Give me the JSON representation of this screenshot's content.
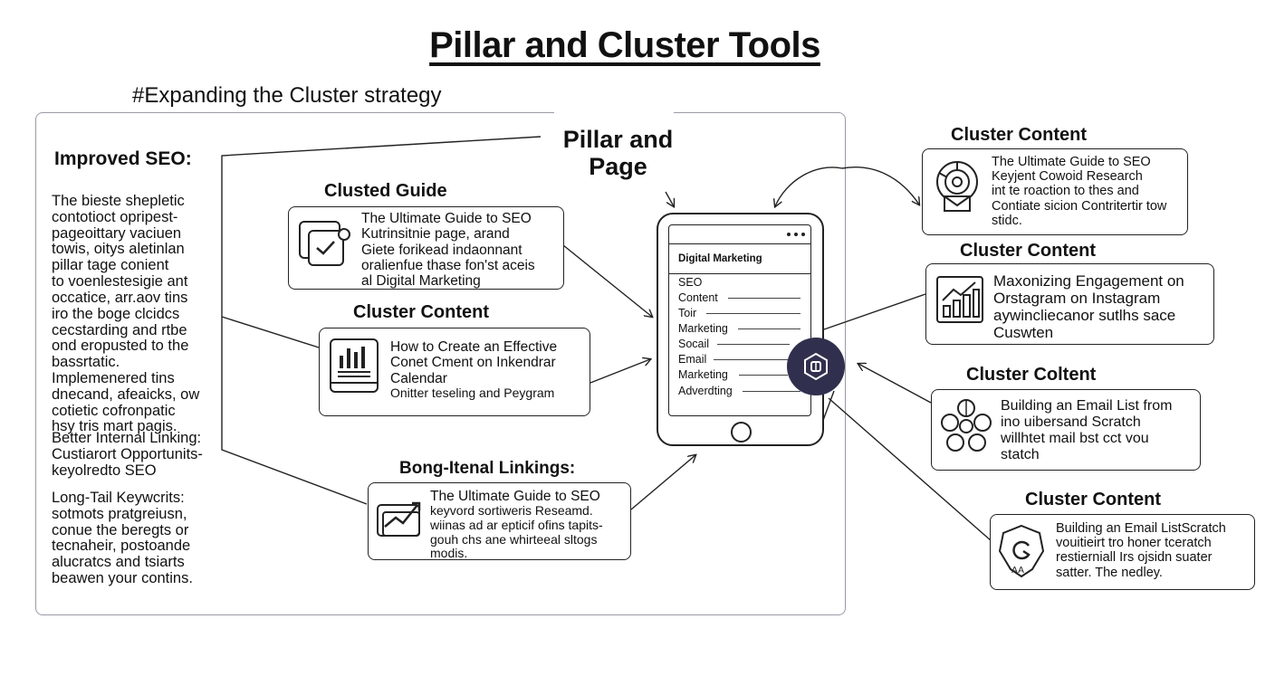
{
  "title": "Pillar and Cluster Tools",
  "subtitle": "#Expanding the Cluster strategy",
  "left": {
    "heading": "Improved SEO:",
    "paragraph1": [
      "The bieste shepletic",
      "contotioct opripest-",
      "pageoittary vaciuen",
      "towis, oitys aletinlan",
      "pillar tage conient",
      "to voenlestesigie ant",
      "occatice, arr.aov tins",
      "iro the boge clcidcs",
      "cecstarding and rtbe",
      "ond eropusted to the",
      "bassrtatic.",
      "Implemenered tins",
      "dnecand, afeaicks, ow",
      "cotietic cofronpatic",
      "hsy tris mart pagis."
    ],
    "paragraph2": [
      "Better Internal Linking:",
      "Custiarort Opportunits-",
      "keyolredto SEO"
    ],
    "paragraph3": [
      "Long-Tail Keywcrits:",
      "sotmots pratgreiusn,",
      "conue the beregts or",
      "tecnaheir, postoande",
      "alucratcs and tsiarts",
      "beawen your contins."
    ]
  },
  "pillar": {
    "title_line1": "Pillar and",
    "title_line2": "Page"
  },
  "middle": {
    "card1": {
      "heading": "Clusted Guide",
      "lines": [
        "The Ultimate Guide to SEO",
        "Kutrinsitnie page, arand",
        "Giete forikead indaonnant",
        "oralienfue thase fon'st aceis",
        "al Digital Marketing"
      ],
      "icon": "checklist-icon"
    },
    "card2": {
      "heading": "Cluster Content",
      "lines": [
        "How to Create an Effective",
        "Conet Cment on Inkendrar",
        "Calendar",
        "Onitter teseling and Peygram"
      ],
      "icon": "bar-chart-icon"
    },
    "card3": {
      "heading": "Bong-Itenal Linkings:",
      "lines": [
        "The Ultimate Guide to SEO",
        "keyvord sortiweris Reseamd.",
        "wiinas ad ar epticif ofins tapits-",
        "gouh chs ane whirteeal sltogs",
        "modis."
      ],
      "icon": "trend-chart-icon"
    }
  },
  "phone": {
    "screen_title": "Digital Marketing",
    "menu": [
      "SEO",
      "Content",
      "Toir",
      "Marketing",
      "Socail",
      "Email",
      "Marketing",
      "Adverdting"
    ],
    "hub_icon": "hub-network-icon"
  },
  "right": [
    {
      "heading": "Cluster Content",
      "lines": [
        "The Ultimate Guide to SEO",
        "Keyjent Cowoid Research",
        "int te roaction to thes and",
        "Contiate sicion Contritertir tow",
        "stidc."
      ],
      "icon": "target-research-icon"
    },
    {
      "heading": "Cluster Content",
      "lines": [
        "Maxonizing Engagement on",
        "Orstagram on Instagram",
        "aywincliecanor sutlhs sace",
        "Cuswten"
      ],
      "icon": "growth-chart-icon"
    },
    {
      "heading": "Cluster Coltent",
      "lines": [
        "Building an Email List from",
        "ino uibersand Scratch",
        "willhtet mail bst cct vou",
        "statch"
      ],
      "icon": "people-network-icon"
    },
    {
      "heading": "Cluster Content",
      "lines": [
        "Building an Email ListScratch",
        "vouitieirt tro honer tceratch",
        "restierniall Irs ojsidn suater",
        "satter. The nedley."
      ],
      "icon": "badge-icon"
    }
  ]
}
